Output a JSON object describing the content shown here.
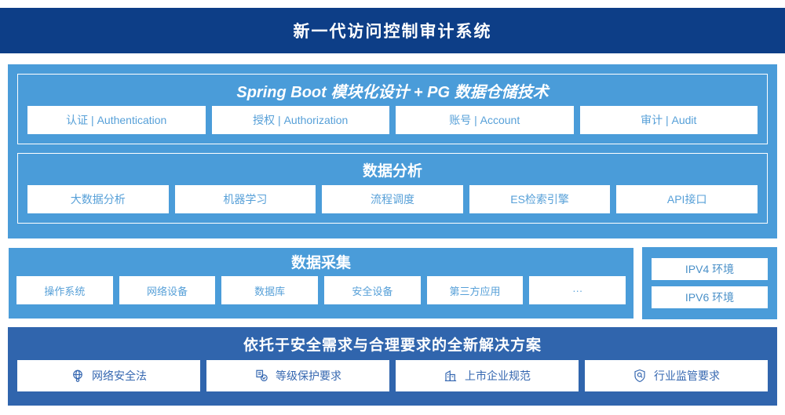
{
  "header": {
    "title": "新一代访问控制审计系统"
  },
  "upper": {
    "platform": {
      "title": "Spring Boot 模块化设计 + PG 数据仓储技术",
      "cards": [
        {
          "label": "认证 | Authentication"
        },
        {
          "label": "授权 | Authorization"
        },
        {
          "label": "账号 | Account"
        },
        {
          "label": "审计 | Audit"
        }
      ]
    },
    "analysis": {
      "title": "数据分析",
      "cards": [
        {
          "label": "大数据分析"
        },
        {
          "label": "机器学习"
        },
        {
          "label": "流程调度"
        },
        {
          "label": "ES检索引擎"
        },
        {
          "label": "API接口"
        }
      ]
    }
  },
  "collection": {
    "title": "数据采集",
    "cards": [
      {
        "label": "操作系统"
      },
      {
        "label": "网络设备"
      },
      {
        "label": "数据库"
      },
      {
        "label": "安全设备"
      },
      {
        "label": "第三方应用"
      },
      {
        "label": "···"
      }
    ]
  },
  "ip_environment": {
    "cards": [
      {
        "label": "IPV4 环境"
      },
      {
        "label": "IPV6 环境"
      }
    ]
  },
  "bottom": {
    "title": "依托于安全需求与合理要求的全新解决方案",
    "cards": [
      {
        "label": "网络安全法",
        "icon": "globe-icon"
      },
      {
        "label": "等级保护要求",
        "icon": "document-check-icon"
      },
      {
        "label": "上市企业规范",
        "icon": "building-icon"
      },
      {
        "label": "行业监管要求",
        "icon": "shield-search-icon"
      }
    ]
  },
  "colors": {
    "header_blue": "#0d3e87",
    "panel_blue": "#4a9cd9",
    "bottom_blue": "#3065ad",
    "card_text_blue": "#57a0d8",
    "bottom_card_text": "#3567b0"
  }
}
